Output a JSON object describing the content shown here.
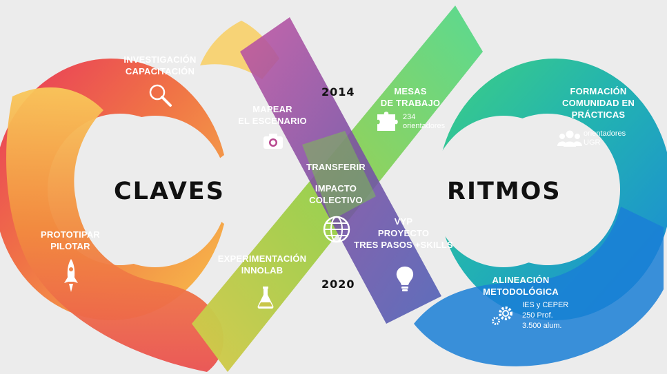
{
  "left_center": "CLAVES",
  "right_center": "RITMOS",
  "year_top": "2014",
  "year_bottom": "2020",
  "stages": {
    "investigacion": {
      "lines": [
        "INVESTIGACIÓN",
        "CAPACITACIÓN"
      ],
      "icon": "magnifier-icon"
    },
    "mapear": {
      "lines": [
        "MAPEAR",
        "EL ESCENARIO"
      ],
      "icon": "camera-icon"
    },
    "prototipar": {
      "lines": [
        "PROTOTIPAR",
        "PILOTAR"
      ],
      "icon": "rocket-icon"
    },
    "experimentacion": {
      "lines": [
        "EXPERIMENTACIÓN",
        "INNOLAB"
      ],
      "icon": "flask-icon"
    },
    "transferir": {
      "lines": [
        "TRANSFERIR"
      ]
    },
    "impacto": {
      "lines": [
        "IMPACTO",
        "COLECTIVO"
      ],
      "icon": "globe-icon"
    },
    "mesas": {
      "lines": [
        "MESAS",
        "DE TRABAJO"
      ],
      "icon": "puzzle-icon",
      "detail": [
        "234",
        "orientadores"
      ]
    },
    "formacion": {
      "lines": [
        "FORMACIÓN",
        "COMUNIDAD EN",
        "PRÁCTICAS"
      ],
      "icon": "people-icon",
      "detail": [
        "orientadores",
        "UGR"
      ]
    },
    "vyp": {
      "lines": [
        "VYP",
        "PROYECTO",
        "TRES PASOS +SKILLS"
      ],
      "icon": "lightbulb-icon"
    },
    "alineacion": {
      "lines": [
        "ALINEACIÓN",
        "METODOLÓGICA"
      ],
      "icon": "gears-icon",
      "detail": [
        "IES y CEPER",
        "250 Prof.",
        "3.500 alum."
      ]
    }
  },
  "colors": {
    "red": "#e63a5a",
    "orange": "#f47a4e",
    "yellow": "#f9c04a",
    "magenta": "#b8488f",
    "purple": "#c3539f",
    "lime": "#b6c94a",
    "green": "#4fd07a",
    "teal": "#28b7a8",
    "blue": "#1b8fd6",
    "indigo": "#3f5cb5"
  }
}
